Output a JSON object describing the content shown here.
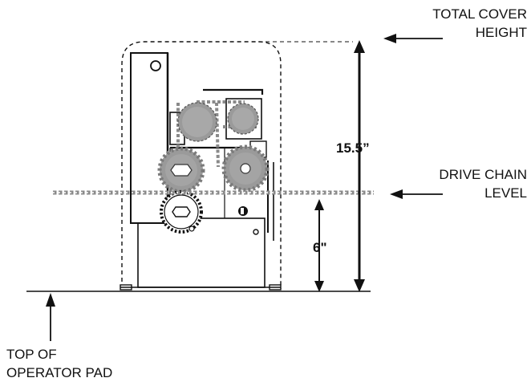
{
  "labels": {
    "total_cover_line1": "TOTAL COVER",
    "total_cover_line2": "HEIGHT",
    "drive_chain_line1": "DRIVE CHAIN",
    "drive_chain_line2": "LEVEL",
    "top_pad_line1": "TOP OF",
    "top_pad_line2": "OPERATOR PAD"
  },
  "dimensions": {
    "cover_height": "15.5”",
    "chain_height": "6\""
  },
  "colors": {
    "line": "#111111",
    "gear": "#9a9a9a",
    "gear_dark": "#6e6e6e",
    "chain": "#8a8a8a"
  }
}
